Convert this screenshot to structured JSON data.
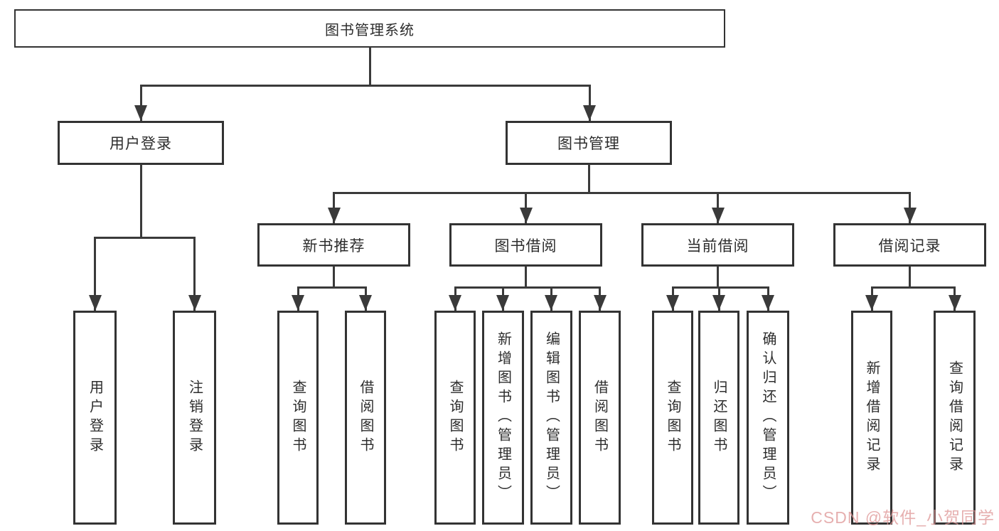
{
  "tree": {
    "root": {
      "label": "图书管理系统",
      "children": [
        {
          "label": "用户登录",
          "children": [
            {
              "label": "用户登录"
            },
            {
              "label": "注销登录"
            }
          ]
        },
        {
          "label": "图书管理",
          "children": [
            {
              "label": "新书推荐",
              "children": [
                {
                  "label": "查询图书"
                },
                {
                  "label": "借阅图书"
                }
              ]
            },
            {
              "label": "图书借阅",
              "children": [
                {
                  "label": "查询图书"
                },
                {
                  "label": "新增图书（管理员）"
                },
                {
                  "label": "编辑图书（管理员）"
                },
                {
                  "label": "借阅图书"
                }
              ]
            },
            {
              "label": "当前借阅",
              "children": [
                {
                  "label": "查询图书"
                },
                {
                  "label": "归还图书"
                },
                {
                  "label": "确认归还（管理员）"
                }
              ]
            },
            {
              "label": "借阅记录",
              "children": [
                {
                  "label": "新增借阅记录"
                },
                {
                  "label": "查询借阅记录"
                }
              ]
            }
          ]
        }
      ]
    }
  },
  "watermark": {
    "text": "CSDN @软件_小贺同学"
  },
  "colors": {
    "line": "#3a3a3a",
    "box_border": "#333333",
    "text": "#2d2d2d",
    "background": "#ffffff",
    "watermark": "#dd9494"
  }
}
